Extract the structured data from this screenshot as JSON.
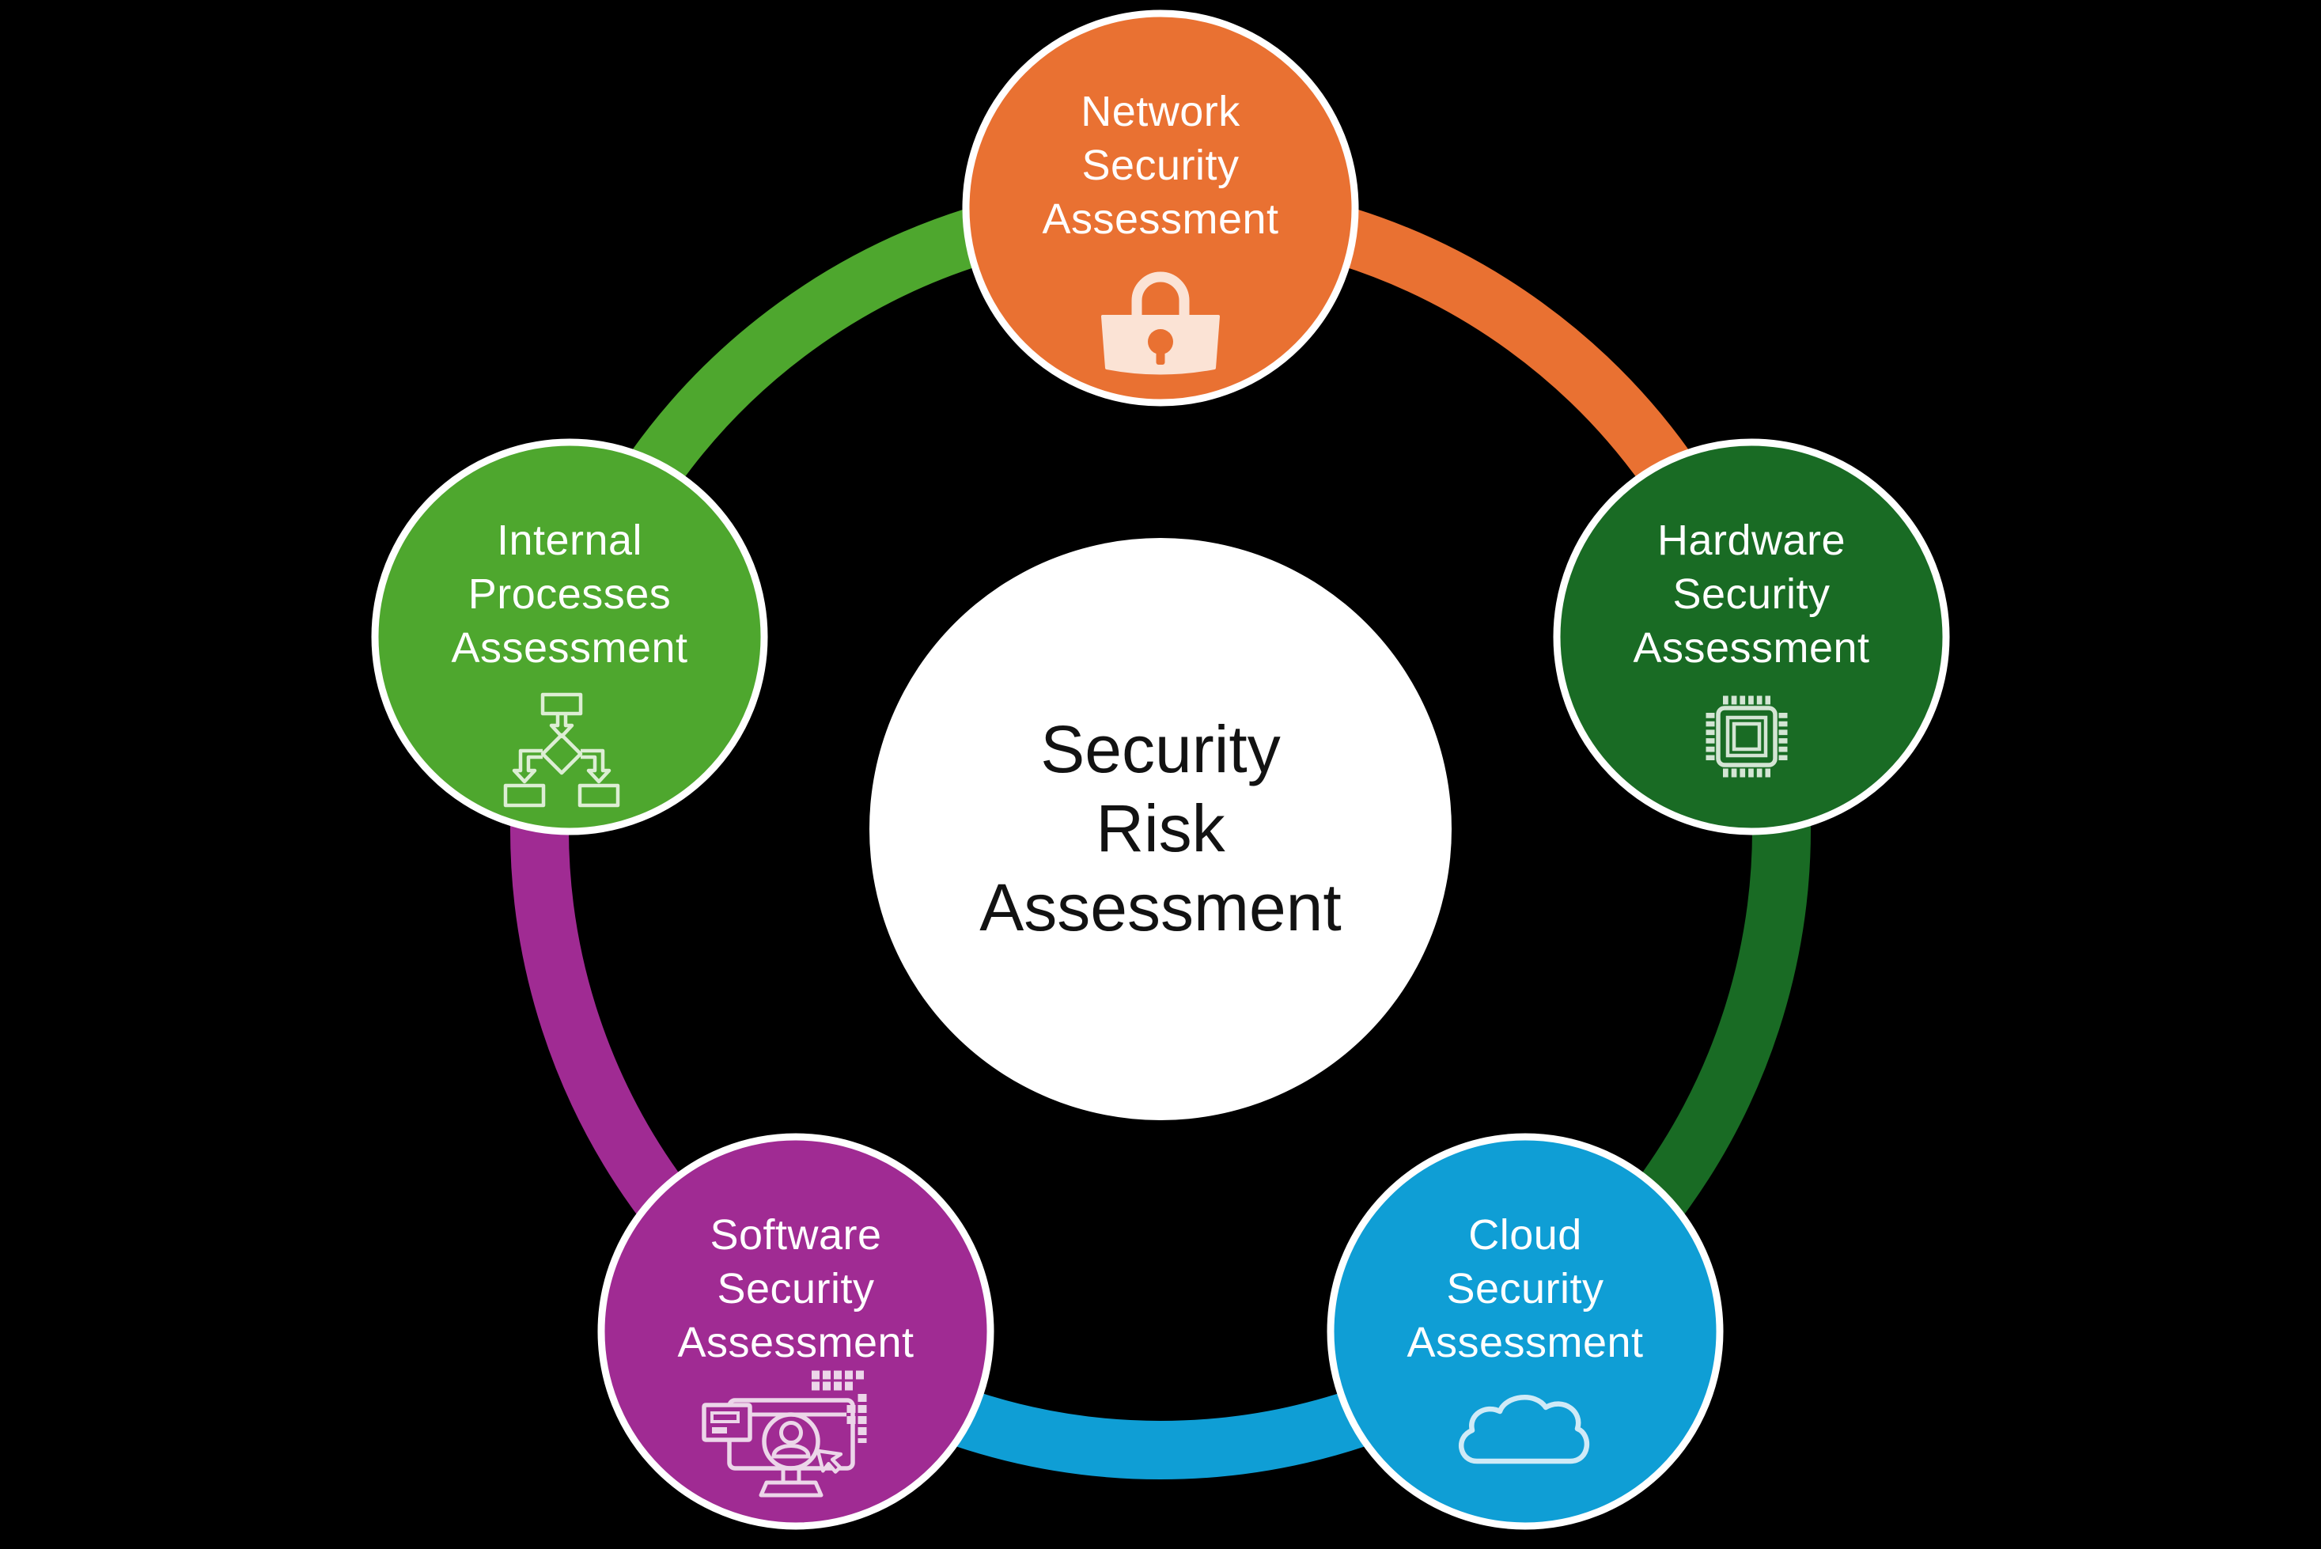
{
  "background_color": "#000000",
  "center": {
    "label": "Security\nRisk\nAssessment",
    "fill": "#FFFFFF",
    "text_color": "#121212"
  },
  "nodes": [
    {
      "id": "network",
      "label": "Network\nSecurity\nAssessment",
      "icon": "lock-icon",
      "color": "#E97132",
      "tint": "#FBE3D5",
      "text_color": "#FFFFFF"
    },
    {
      "id": "hardware",
      "label": "Hardware\nSecurity\nAssessment",
      "icon": "chip-icon",
      "color": "#196B24",
      "tint": "#D4E5D4",
      "text_color": "#FFFFFF"
    },
    {
      "id": "cloud",
      "label": "Cloud\nSecurity\nAssessment",
      "icon": "cloud-icon",
      "color": "#0F9ED5",
      "tint": "#CFEAF7",
      "text_color": "#FFFFFF"
    },
    {
      "id": "software",
      "label": "Software\nSecurity\nAssessment",
      "icon": "monitor-user-icon",
      "color": "#A02B93",
      "tint": "#ECD6E9",
      "text_color": "#FFFFFF"
    },
    {
      "id": "internal",
      "label": "Internal\nProcesses\nAssessment",
      "icon": "flowchart-icon",
      "color": "#4EA72E",
      "tint": "#DDEED4",
      "text_color": "#FFFFFF"
    }
  ],
  "ring": {
    "segments": [
      {
        "from": "network",
        "to": "hardware",
        "color": "#E97132"
      },
      {
        "from": "hardware",
        "to": "cloud",
        "color": "#196B24"
      },
      {
        "from": "cloud",
        "to": "software",
        "color": "#0F9ED5"
      },
      {
        "from": "software",
        "to": "internal",
        "color": "#A02B93"
      },
      {
        "from": "internal",
        "to": "network",
        "color": "#4EA72E"
      }
    ]
  }
}
